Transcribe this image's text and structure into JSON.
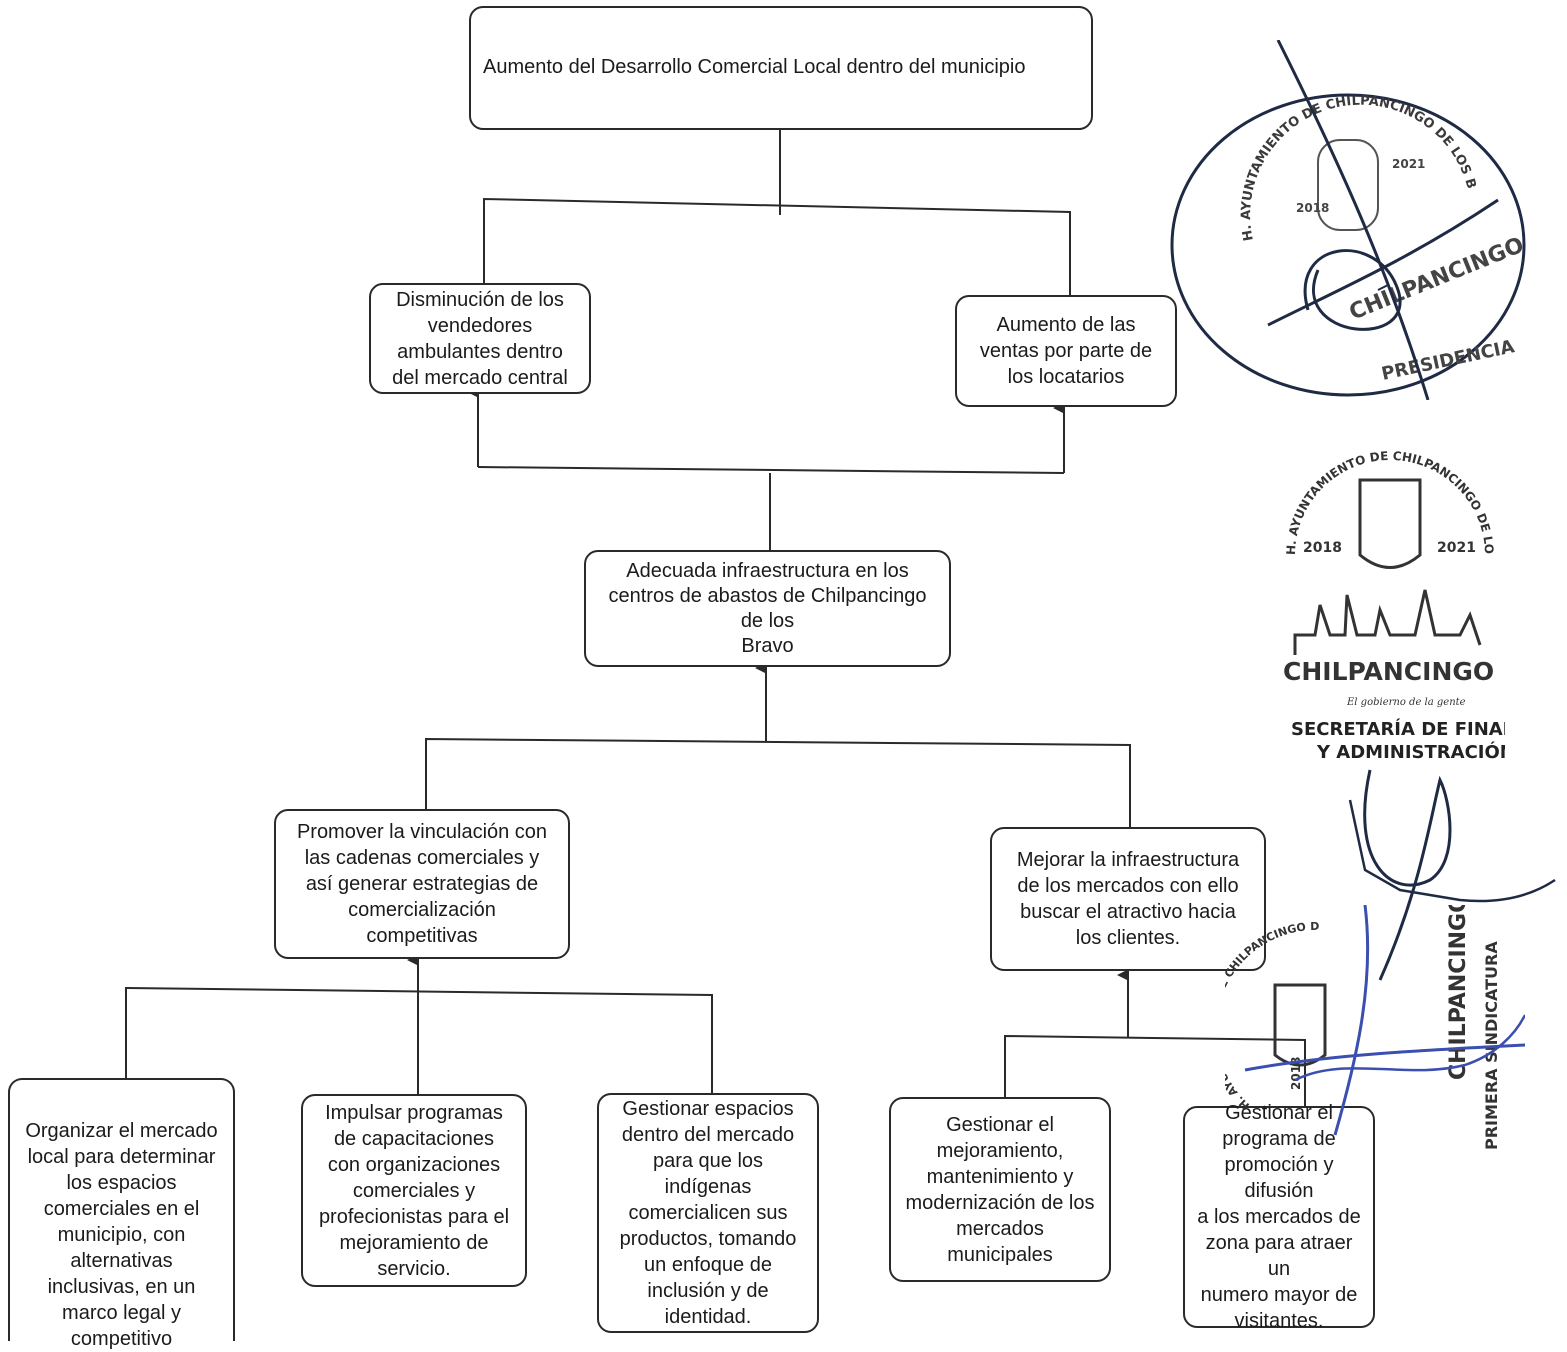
{
  "diagram": {
    "top": "Aumento del Desarrollo Comercial Local dentro del municipio",
    "effect_left": "Disminución de los\nvendedores\nambulantes dentro\ndel mercado central",
    "effect_right": "Aumento de las\nventas por parte de\nlos locatarios",
    "purpose": "Adecuada infraestructura en los\ncentros de abastos de Chilpancingo\nde los\nBravo",
    "component_left": "Promover la vinculación con\nlas cadenas comerciales y\nasí generar estrategias de\ncomercialización\ncompetitivas",
    "component_right": "Mejorar la infraestructura\nde los mercados con ello\nbuscar el atractivo hacia\nlos clientes.",
    "activities": [
      "Organizar el mercado\nlocal para determinar\nlos espacios\ncomerciales en el\nmunicipio, con\nalternativas\ninclusivas, en un\nmarco legal y\ncompetitivo",
      "Impulsar programas\nde  capacitaciones\ncon organizaciones\ncomerciales y\nprofecionistas para el\nmejoramiento de\nservicio.",
      "Gestionar espacios\ndentro del mercado\npara que los\nindígenas\ncomercialicen sus\nproductos, tomando\nun enfoque de\ninclusión y de\nidentidad.",
      "Gestionar el\nmejoramiento,\nmantenimiento y\nmodernización de los\nmercados\nmunicipales",
      "Gestionar el\nprograma de\npromoción y difusión\na los mercados de\nzona para atraer un\nnumero mayor de\nvisitantes."
    ]
  },
  "stamps": {
    "presidencia": {
      "ring_text": "H. AYUNTAMIENTO DE CHILPANCINGO DE LOS BRAVO",
      "year_left": "2018",
      "year_right": "2021",
      "city": "CHILPANCINGO",
      "office": "PRESIDENCIA"
    },
    "finanzas": {
      "ring_text": "H. AYUNTAMIENTO DE CHILPANCINGO DE LOS BRAVO",
      "year_left": "2018",
      "year_right": "2021",
      "city": "CHILPANCINGO",
      "tagline": "El gobierno de la gente",
      "office_line1": "SECRETARÍA DE FINANZAS",
      "office_line2": "Y ADMINISTRACIÓN"
    },
    "sindicatura": {
      "ring_text": "H. AYUNTAMIENTO DE CHILPANCINGO DE LOS BRAVO",
      "year_left": "2018",
      "city": "CHILPANCINGO",
      "office": "PRIMERA SINDICATURA"
    }
  },
  "colors": {
    "ink": "#2a2a2a",
    "stamp": "#3a3a3a",
    "signature_blue": "#3b4fb0",
    "signature_dark": "#1f2a44"
  }
}
